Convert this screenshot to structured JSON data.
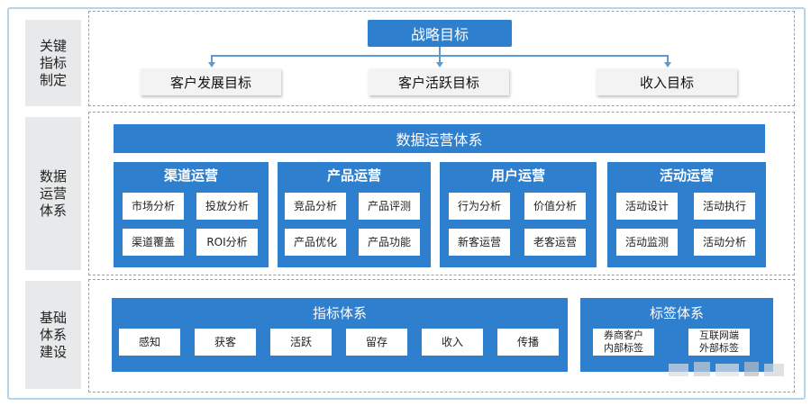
{
  "left_labels": [
    "关键\n指标\n制定",
    "数据\n运营\n体系",
    "基础\n体系\n建设"
  ],
  "top": {
    "goal": "战略目标",
    "subgoals": [
      "客户发展目标",
      "客户活跃目标",
      "收入目标"
    ]
  },
  "ops": {
    "title": "数据运营体系",
    "modules": [
      {
        "title": "渠道运营",
        "items": [
          "市场分析",
          "投放分析",
          "渠道覆盖",
          "ROI分析"
        ]
      },
      {
        "title": "产品运营",
        "items": [
          "竞品分析",
          "产品评测",
          "产品优化",
          "产品功能"
        ]
      },
      {
        "title": "用户运营",
        "items": [
          "行为分析",
          "价值分析",
          "新客运营",
          "老客运营"
        ]
      },
      {
        "title": "活动运营",
        "items": [
          "活动设计",
          "活动执行",
          "活动监测",
          "活动分析"
        ]
      }
    ]
  },
  "foundation": {
    "metrics": {
      "title": "指标体系",
      "items": [
        "感知",
        "获客",
        "活跃",
        "留存",
        "收入",
        "传播"
      ]
    },
    "tags": {
      "title": "标签体系",
      "items": [
        "券商客户\n内部标签",
        "互联网端\n外部标签"
      ]
    }
  },
  "colors": {
    "primary_blue": "#2f7fcf",
    "side_gray": "#e8e9ea",
    "frame_blue": "#b5d6ea"
  }
}
